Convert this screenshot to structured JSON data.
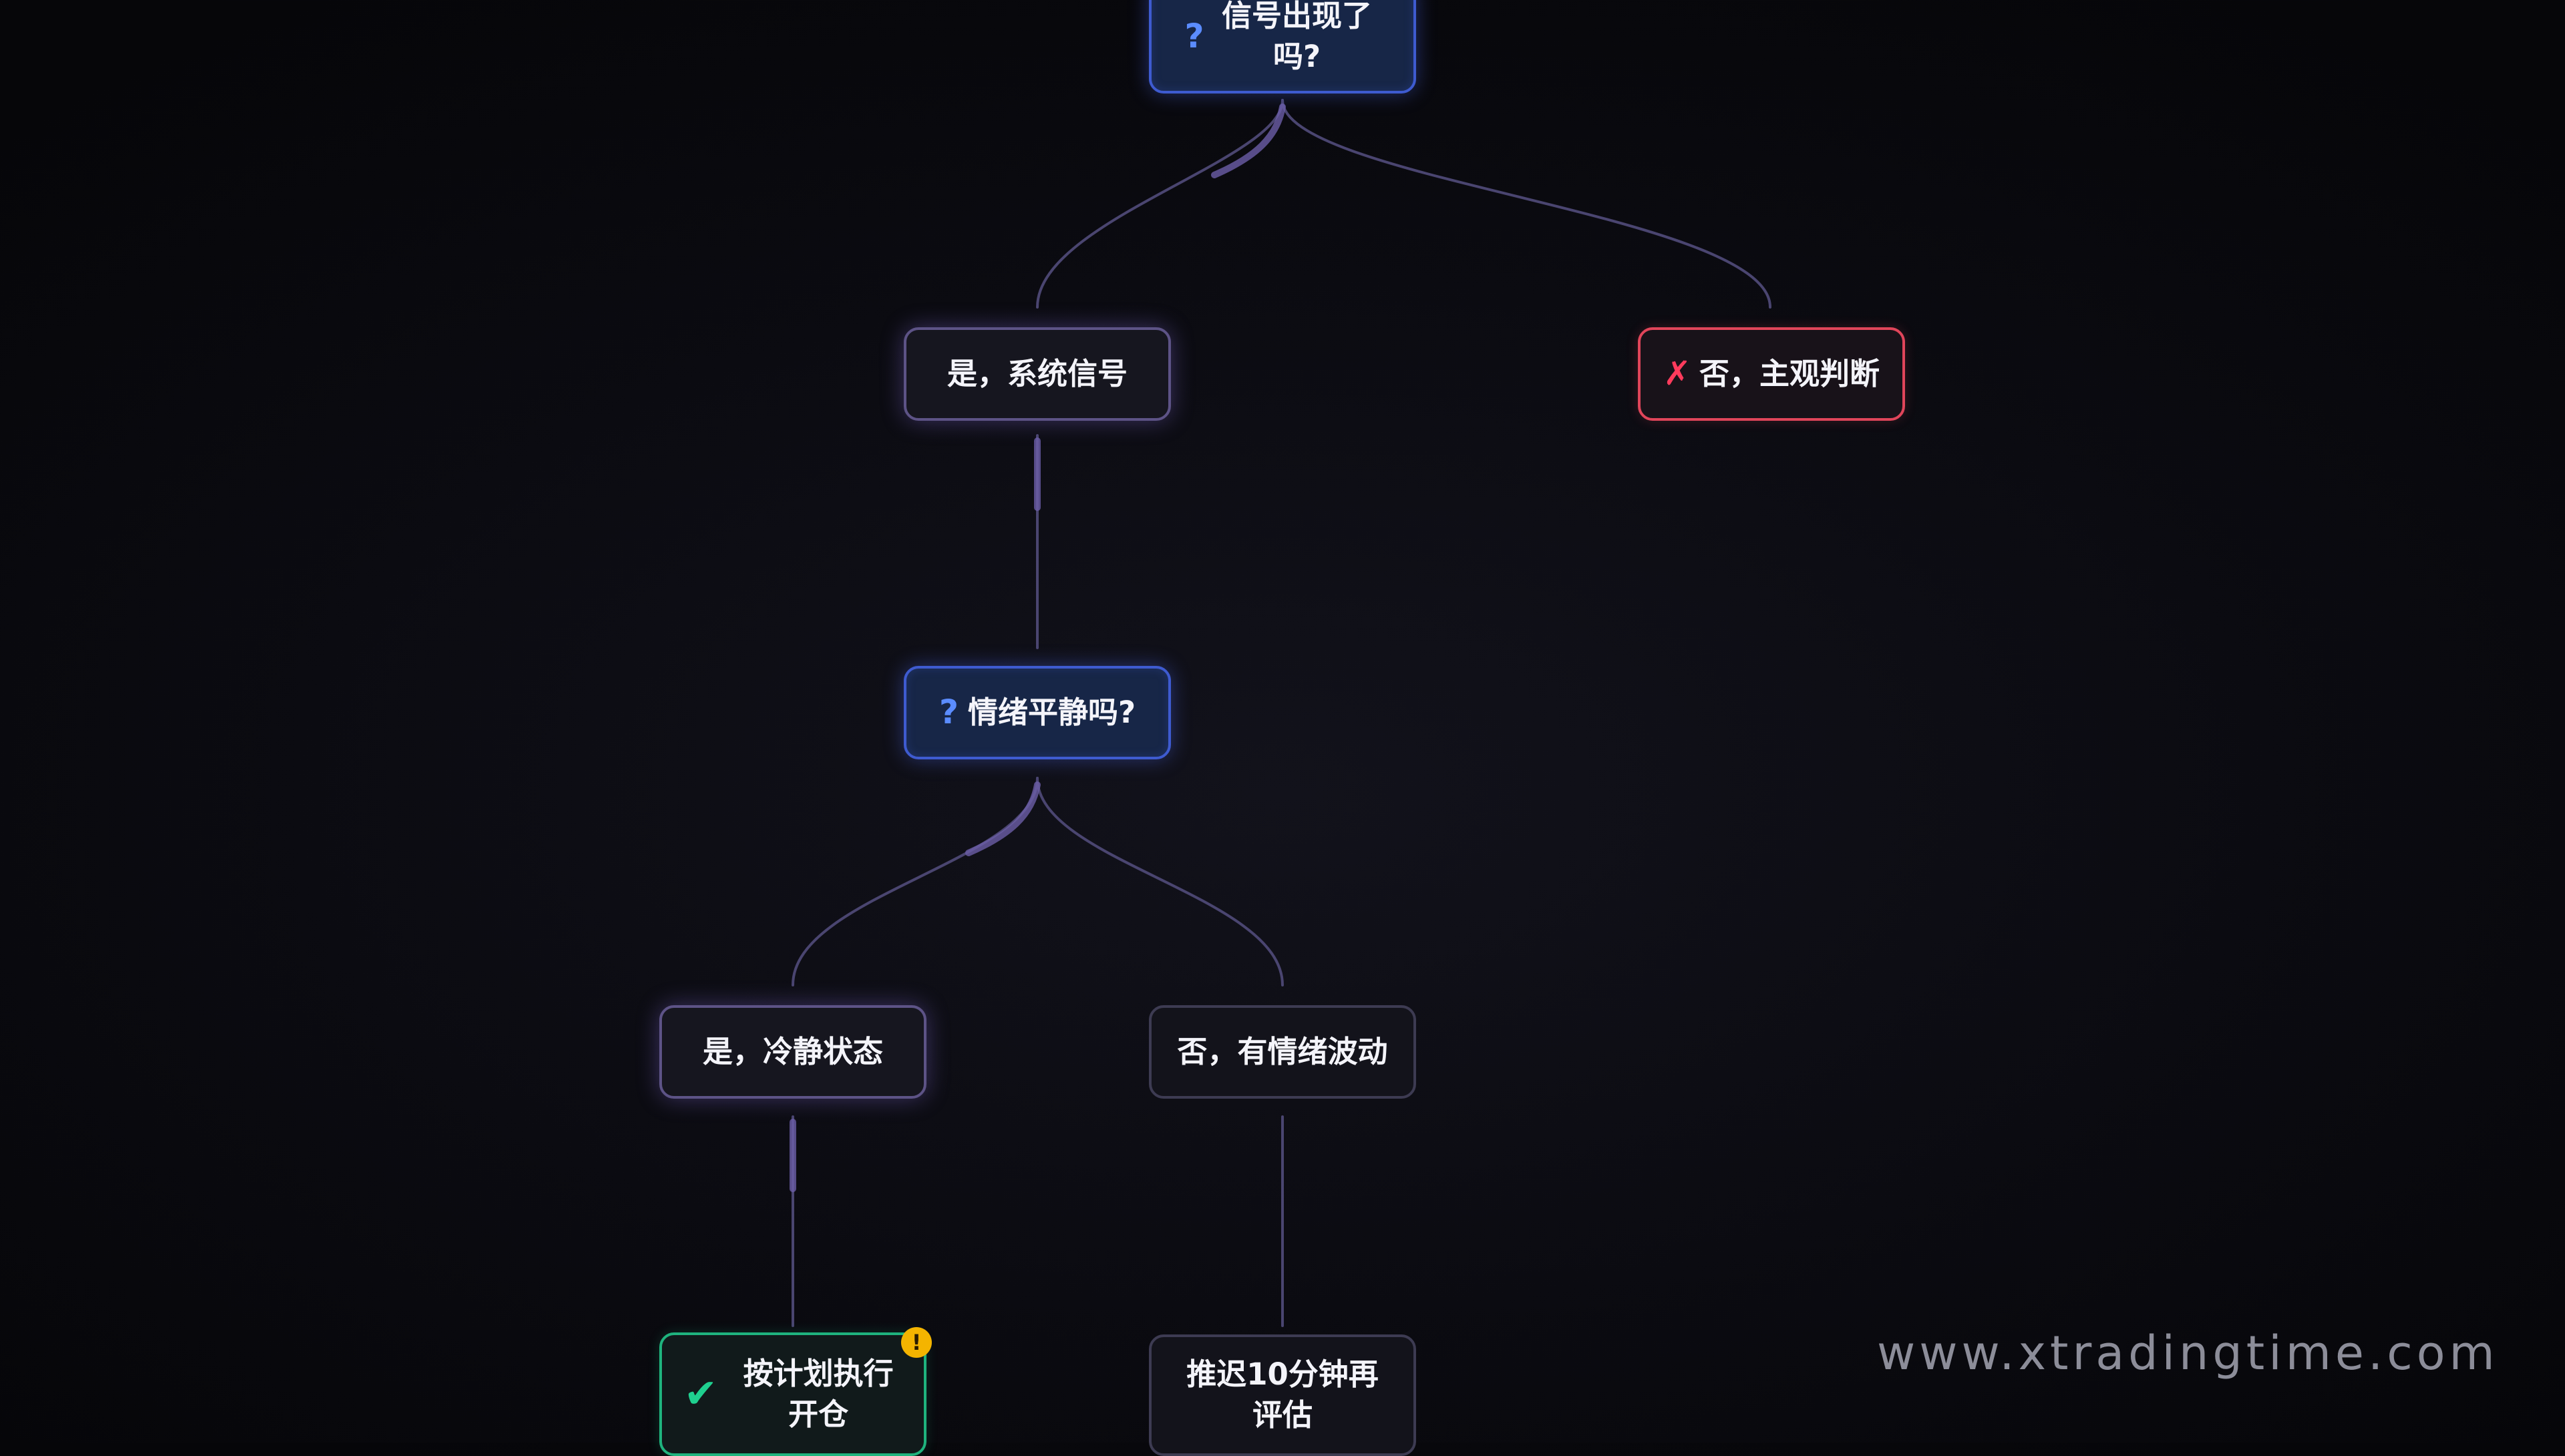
{
  "diagram": {
    "nodes": {
      "q1": {
        "label": "信号出现了吗?",
        "icon": "question-mark-icon"
      },
      "yes_signal": {
        "label": "是，系统信号"
      },
      "no_subjective": {
        "label": "否，主观判断",
        "icon": "cross-mark-icon"
      },
      "q2": {
        "label": "情绪平静吗?",
        "icon": "question-mark-icon"
      },
      "yes_calm": {
        "label": "是，冷静状态"
      },
      "no_emotional": {
        "label": "否，有情绪波动"
      },
      "execute": {
        "label": "按计划执行开仓",
        "icon": "check-mark-icon",
        "badge": "!"
      },
      "delay": {
        "label": "推迟10分钟再评估"
      }
    },
    "edges": [
      [
        "q1",
        "yes_signal"
      ],
      [
        "q1",
        "no_subjective"
      ],
      [
        "yes_signal",
        "q2"
      ],
      [
        "q2",
        "yes_calm"
      ],
      [
        "q2",
        "no_emotional"
      ],
      [
        "yes_calm",
        "execute"
      ],
      [
        "no_emotional",
        "delay"
      ]
    ]
  },
  "icons": {
    "question": "?",
    "cross": "✗",
    "check": "✔"
  },
  "colors": {
    "background": "#0b0b11",
    "question_border": "#3e5bd0",
    "question_icon": "#5b8cff",
    "reject_border": "#e0455a",
    "reject_icon": "#ff3b5c",
    "success_border": "#1fb37e",
    "success_icon": "#1fd08f",
    "warning_badge": "#f4b400",
    "edge": "#4a4570"
  },
  "watermark": "www.xtradingtime.com"
}
